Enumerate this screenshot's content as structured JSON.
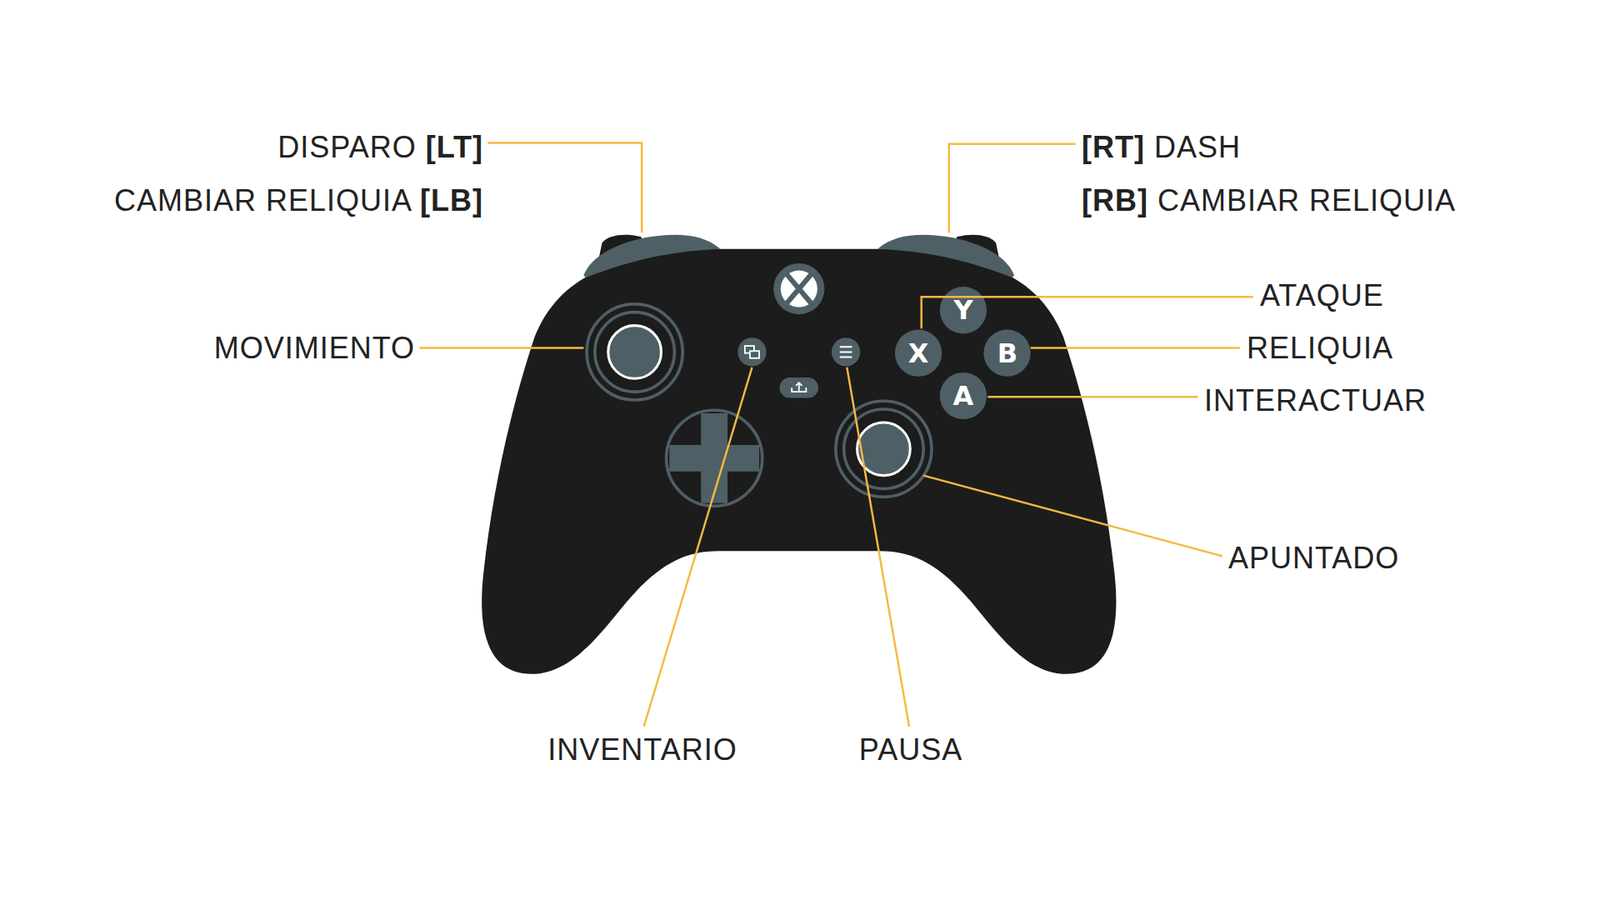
{
  "diagram": {
    "labels": [
      "DISPARO [LT]",
      "CAMBIAR RELIQUIA [LB]",
      "[RT] DASH",
      "[RB] CAMBIAR RELIQUIA",
      "MOVIMIENTO",
      "ATAQUE",
      "RELIQUIA",
      "INTERACTUAR",
      "APUNTADO",
      "INVENTARIO",
      "PAUSA",
      "Y",
      "X",
      "B",
      "A"
    ]
  }
}
